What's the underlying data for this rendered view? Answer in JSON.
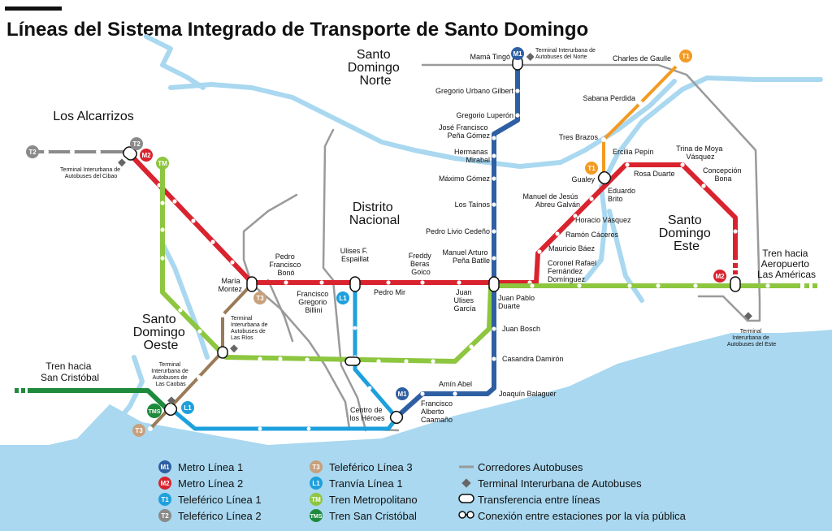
{
  "title": "Líneas del Sistema Integrado de Transporte de Santo Domingo",
  "colors": {
    "water": "#a9d8f0",
    "metro1": "#2e5fa3",
    "metro2": "#d9232e",
    "teleferico1": "#f39a22",
    "teleferico2": "#8a8a8a",
    "teleferico3": "#9b7a57",
    "tranvia1": "#1ea0dc",
    "tren_metropolitano": "#8dc63f",
    "tren_sancristobal": "#1e8a3c",
    "corredores": "#9a9a9a"
  },
  "regions": {
    "sd_norte": [
      "Santo",
      "Domingo",
      "Norte"
    ],
    "los_alcarrizos": "Los Alcarrizos",
    "distrito_nacional": [
      "Distrito",
      "Nacional"
    ],
    "sd_este": [
      "Santo",
      "Domingo",
      "Este"
    ],
    "sd_oeste": [
      "Santo",
      "Domingo",
      "Oeste"
    ],
    "tren_aeropuerto": [
      "Tren hacia",
      "Aeropuerto",
      "Las Américas"
    ],
    "tren_sancristobal": [
      "Tren hacia",
      "San Cristóbal"
    ]
  },
  "badges": {
    "m1": "M1",
    "m2": "M2",
    "t1": "T1",
    "t2": "T2",
    "t3": "T3",
    "l1": "L1",
    "tm": "TM",
    "tms": "TMS"
  },
  "terminals": {
    "norte": [
      "Terminal Interurbana de",
      "Autobuses del Norte"
    ],
    "cibao": [
      "Terminal Interurbana de",
      "Autobuses del Cibao"
    ],
    "rios": [
      "Terminal",
      "Interurbana de",
      "Autobuses de",
      "Las Ríos"
    ],
    "caobas": [
      "Terminal",
      "Interurbana de",
      "Autobuses de",
      "Las Caobas"
    ],
    "este": [
      "Terminal",
      "Interurbana de",
      "Autobuses del Este"
    ]
  },
  "stations": {
    "mama_tingo": "Mamá Tingó",
    "gregorio_urbano": "Gregorio Urbano Gilbert",
    "gregorio_luperon": "Gregorio Luperón",
    "jfpg": [
      "José Francisco",
      "Peña Gómez"
    ],
    "hermanas": [
      "Hermanas",
      "Mirabal"
    ],
    "maximo_gomez": "Máximo Gómez",
    "los_tainos": "Los Taínos",
    "pedro_livio": "Pedro Livio Cedeño",
    "manuel_arturo": [
      "Manuel Arturo",
      "Peña Batlle"
    ],
    "juan_pablo": [
      "Juan Pablo",
      "Duarte"
    ],
    "juan_bosch": "Juan Bosch",
    "casandra": "Casandra Damirón",
    "joaquin": "Joaquín Balaguer",
    "amin_abel": "Amín Abel",
    "fac": [
      "Francisco",
      "Alberto",
      "Caamaño"
    ],
    "centro_heroes": [
      "Centro de",
      "los Héroes"
    ],
    "charles": "Charles de Gaulle",
    "sabana": "Sabana Perdida",
    "tres_brazos": "Tres Brazos",
    "gualey": "Gualey",
    "eduardo_brito": [
      "Eduardo",
      "Brito"
    ],
    "ercilia": "Ercilia Pepín",
    "rosa_duarte": "Rosa Duarte",
    "trina": [
      "Trina de Moya",
      "Vásquez"
    ],
    "concepcion": [
      "Concepción",
      "Bona"
    ],
    "manuel_jesus": [
      "Manuel de Jesús",
      "Abreu Galván"
    ],
    "horacio": "Horacio Vásquez",
    "ramon": "Ramón Cáceres",
    "mauricio": "Mauricio Báez",
    "coronel": [
      "Coronel Rafael",
      "Fernández",
      "Domínguez"
    ],
    "pedro_bono": [
      "Pedro",
      "Francisco",
      "Bonó"
    ],
    "ulises_espaillat": [
      "Ulises F.",
      "Espaillat"
    ],
    "freddy": [
      "Freddy",
      "Beras",
      "Goico"
    ],
    "maria_montez": [
      "María",
      "Montez"
    ],
    "francisco_billini": [
      "Francisco",
      "Gregorio",
      "Billini"
    ],
    "pedro_mir": "Pedro Mir",
    "juan_ulises": [
      "Juan",
      "Ulises",
      "García"
    ]
  },
  "legend": {
    "col1": [
      {
        "badge": "M1",
        "color": "#2e5fa3",
        "label": "Metro Línea 1"
      },
      {
        "badge": "M2",
        "color": "#d9232e",
        "label": "Metro Línea 2"
      },
      {
        "badge": "T1",
        "color": "#1ea0dc",
        "label": "Teleférico Línea 1"
      },
      {
        "badge": "T2",
        "color": "#8a8a8a",
        "label": "Teleférico Línea 2"
      }
    ],
    "col2": [
      {
        "badge": "T3",
        "color": "#c8a07c",
        "label": "Teleférico Línea 3"
      },
      {
        "badge": "L1",
        "color": "#1ea0dc",
        "label": "Tranvía Línea 1"
      },
      {
        "badge": "TM",
        "color": "#8dc63f",
        "label": "Tren Metropolitano"
      },
      {
        "badge": "TMS",
        "color": "#1e8a3c",
        "label": "Tren San Cristóbal"
      }
    ],
    "col3": [
      {
        "symbol": "line",
        "label": "Corredores Autobuses"
      },
      {
        "symbol": "diamond",
        "label": "Terminal Interurbana de Autobuses"
      },
      {
        "symbol": "pill",
        "label": "Transferencia entre líneas"
      },
      {
        "symbol": "link",
        "label": "Conexión entre estaciones por la vía pública"
      }
    ]
  }
}
